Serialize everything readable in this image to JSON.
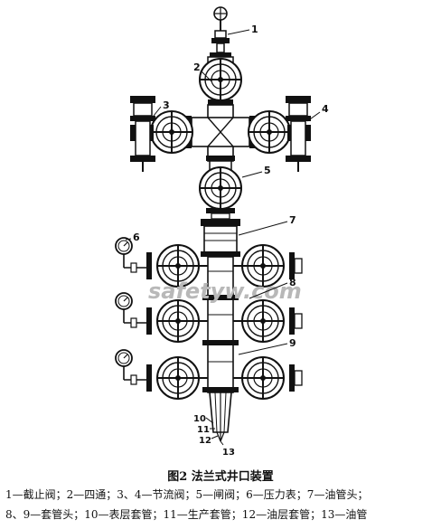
{
  "labels": {
    "l1": "1",
    "l2": "2",
    "l3": "3",
    "l4": "4",
    "l5": "5",
    "l6": "6",
    "l7": "7",
    "l8": "8",
    "l9": "9",
    "l10": "10",
    "l11": "11",
    "l12": "12",
    "l13": "13"
  },
  "watermark": "safetyw.com",
  "caption": {
    "title": "图2  法兰式井口装置",
    "legend_line1": "1—截止阀；2—四通；3、4—节流阀；5—闸阀；6—压力表；7—油管头；",
    "legend_line2": "8、9—套管头；10—表层套管；11—生产套管；12—油层套管；13—油管"
  }
}
